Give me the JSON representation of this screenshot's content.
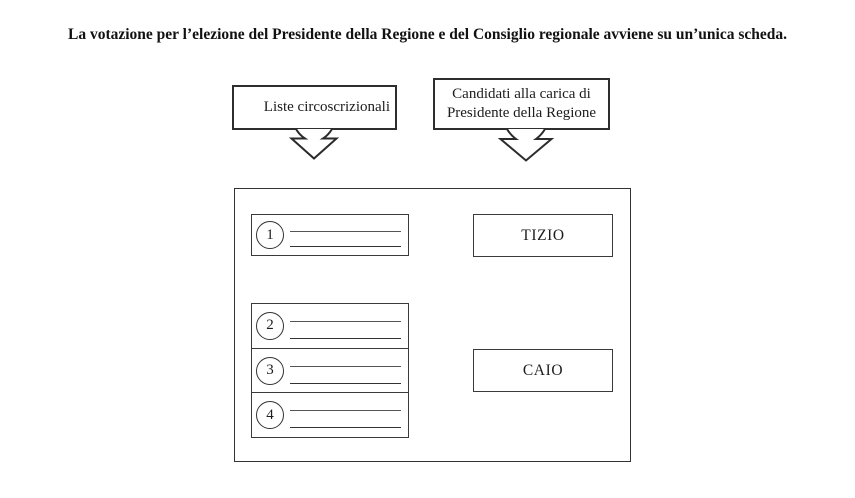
{
  "title": "La votazione per l’elezione del Presidente della Regione e del Consiglio regionale avviene su un’unica scheda.",
  "callouts": {
    "left": {
      "label": "Liste circoscrizionali"
    },
    "right": {
      "line1": "Candidati alla carica di",
      "line2": "Presidente della Regione"
    }
  },
  "ballot": {
    "lists": [
      {
        "number": "1"
      },
      {
        "number": "2"
      },
      {
        "number": "3"
      },
      {
        "number": "4"
      }
    ],
    "candidates": [
      "TIZIO",
      "CAIO"
    ]
  },
  "icons": {
    "left_arrow": "down-arrow-icon",
    "right_arrow": "down-arrow-icon"
  },
  "colors": {
    "ink": "#1a1a1a",
    "border": "#2e2e2e",
    "rule": "#4a4a4a",
    "background": "#ffffff"
  }
}
